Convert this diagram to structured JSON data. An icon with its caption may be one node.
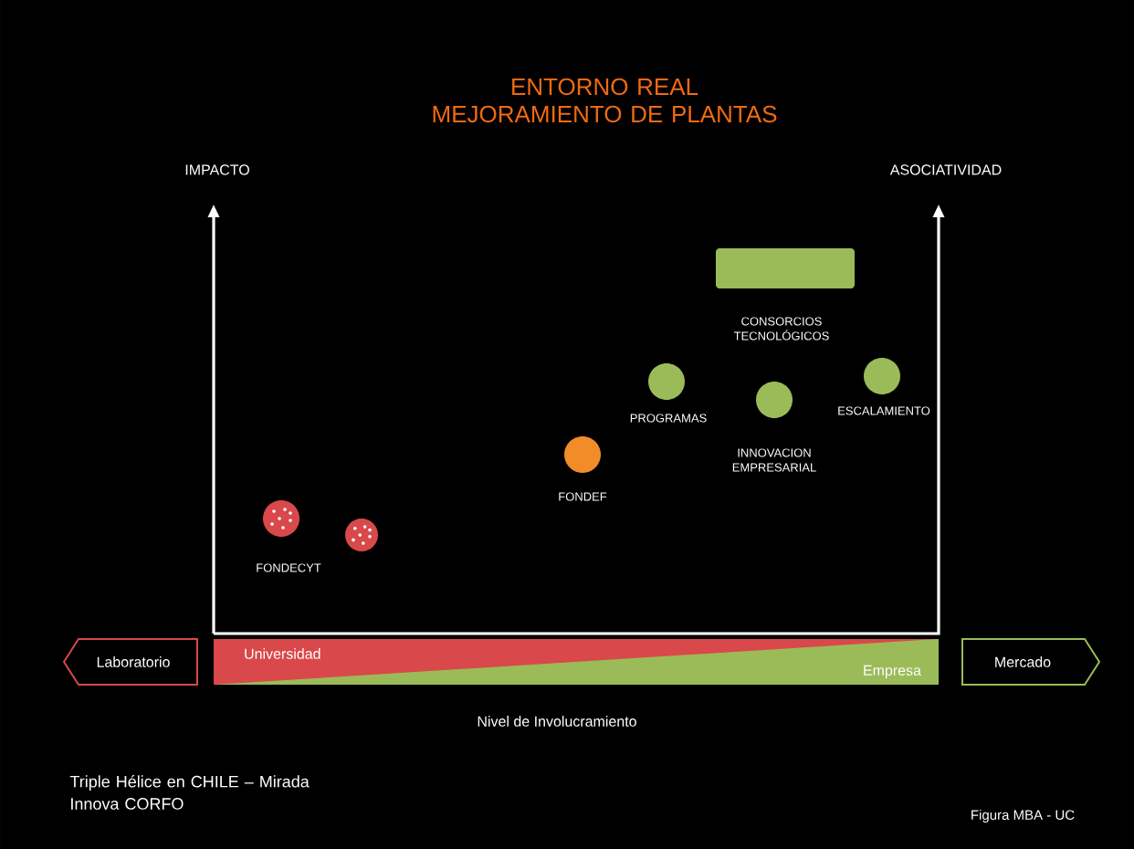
{
  "diagram": {
    "title": "ENTORNO REAL MEJORAMIENTO DE PLANTAS",
    "nodes": [
      {
        "text": [],
        "shape": "circle",
        "beside": [
          "FONDECYT"
        ]
      },
      {
        "text": [],
        "shape": "circle"
      },
      {
        "text": [],
        "shape": "circle",
        "beside": [
          "FONDEF"
        ]
      },
      {
        "text": [],
        "shape": "circle",
        "beside": [
          "PROGRAMAS"
        ]
      },
      {
        "text": [],
        "shape": "box",
        "beside": [
          "CONSORCIOS TECNOLÓGICOS"
        ]
      },
      {
        "text": [],
        "shape": "circle",
        "beside": [
          "INNOVACION EMPRESARIAL"
        ]
      },
      {
        "text": [],
        "shape": "circle",
        "beside": [
          "ESCALAMIENTO"
        ]
      },
      {
        "text": [
          "Laboratorio"
        ]
      },
      {
        "text": [
          "Universidad",
          "Empresa"
        ]
      },
      {
        "text": [
          "Mercado"
        ]
      }
    ],
    "labels": [
      "IMPACTO",
      "ASOCIATIVIDAD",
      "Nivel de Involucramiento",
      "Triple Hélice en CHILE – Mirada Innova CORFO",
      "Figura MBA - UC"
    ]
  }
}
